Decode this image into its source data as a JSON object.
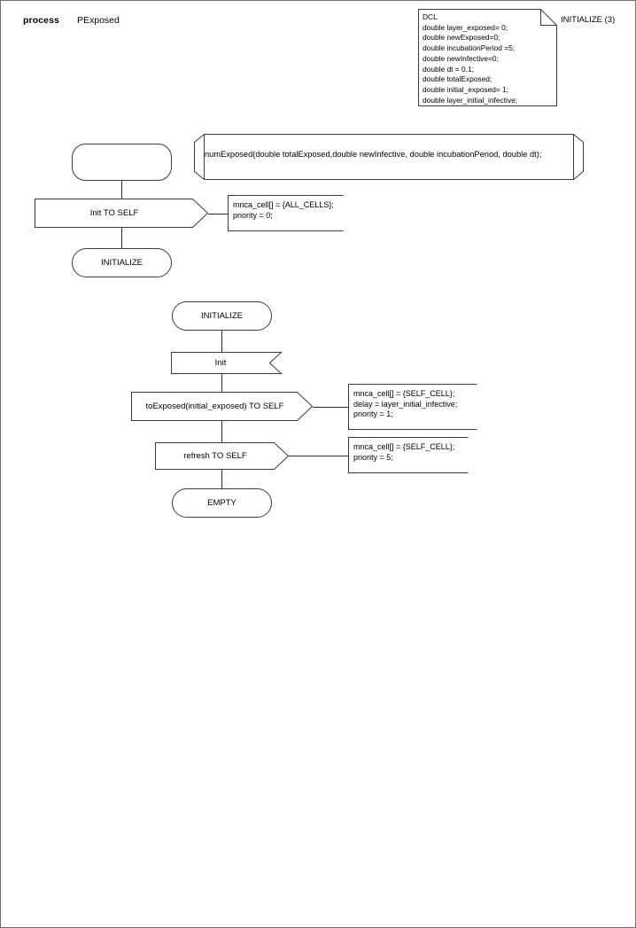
{
  "header": {
    "keyword": "process",
    "process_name": "PExposed",
    "page_reference": "INITIALIZE (3)"
  },
  "declaration_note": {
    "title": "DCL",
    "lines": [
      "double layer_exposed= 0;",
      "double newExposed=0;",
      "double incubationPeriod =5;",
      "double newInfective=0;",
      "double dt = 0.1;",
      "double totalExposed;",
      "double initial_exposed= 1;",
      "double layer_initial_infective;"
    ],
    "text": "DCL\ndouble layer_exposed= 0;\ndouble newExposed=0;\ndouble incubationPeriod =5;\ndouble newInfective=0;\ndouble dt = 0.1;\ndouble totalExposed;\ndouble initial_exposed= 1;\ndouble layer_initial_infective;"
  },
  "procedure_declaration": {
    "signature": "numExposed(double totalExposed,double newInfective, double incubationPeriod, double dt);"
  },
  "transition_one": {
    "start_state_label": "",
    "output_label": "Init TO SELF",
    "comment": "mnca_cell[] = {ALL_CELLS};\npriority = 0;",
    "comment_lines": [
      "mnca_cell[] = {ALL_CELLS};",
      "priority = 0;"
    ],
    "next_state_label": "INITIALIZE"
  },
  "transition_two": {
    "state_label": "INITIALIZE",
    "input_label": "Init",
    "output_one_label": "toExposed(initial_exposed) TO SELF",
    "comment_one": "mnca_cell[] = {SELF_CELL};\ndelay = layer_initial_infective;\npriority = 1;",
    "comment_one_lines": [
      "mnca_cell[] = {SELF_CELL};",
      "delay = layer_initial_infective;",
      "priority = 1;"
    ],
    "output_two_label": "refresh TO SELF",
    "comment_two": "mnca_cell[] = {SELF_CELL};\npriority = 5;",
    "comment_two_lines": [
      "mnca_cell[] = {SELF_CELL};",
      "priority = 5;"
    ],
    "next_state_label": "EMPTY"
  },
  "colors": {
    "stroke": "#3b3b42",
    "page_border": "#6e6e76",
    "text": "#000000",
    "background": "#ffffff"
  }
}
